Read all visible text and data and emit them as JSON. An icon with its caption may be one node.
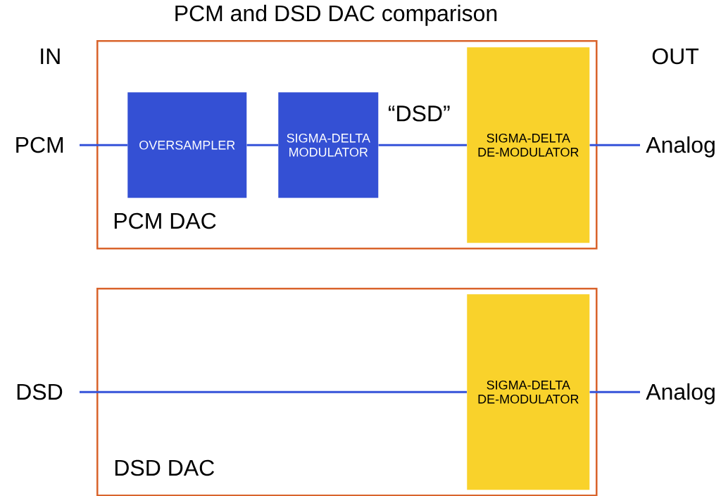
{
  "diagram": {
    "title": "PCM and DSD DAC comparison",
    "nodes": [
      {
        "text": [
          "PCM DAC"
        ]
      },
      {
        "text": [
          "PCM"
        ]
      },
      {
        "text": [
          "OVERSAMPLER"
        ],
        "in": 0
      },
      {
        "text": [
          "SIGMA-DELTA MODULATOR"
        ],
        "in": 0
      },
      {
        "text": [
          "SIGMA-DELTA DE-MODULATOR"
        ],
        "in": 0
      },
      {
        "text": [
          "Analog"
        ]
      },
      {
        "text": [
          "DSD DAC"
        ]
      },
      {
        "text": [
          "DSD"
        ]
      },
      {
        "text": [
          "SIGMA-DELTA DE-MODULATOR"
        ],
        "in": 6
      },
      {
        "text": [
          "Analog"
        ]
      }
    ],
    "edges": [
      {
        "from": 1,
        "to": 2,
        "arrow": "none"
      },
      {
        "from": 2,
        "to": 3,
        "arrow": "none"
      },
      {
        "from": 3,
        "to": 4,
        "arrow": "none",
        "label": "“DSD”"
      },
      {
        "from": 4,
        "to": 5,
        "arrow": "none"
      },
      {
        "from": 7,
        "to": 8,
        "arrow": "none"
      },
      {
        "from": 8,
        "to": 9,
        "arrow": "none"
      }
    ],
    "labels": [
      "IN",
      "OUT"
    ]
  }
}
